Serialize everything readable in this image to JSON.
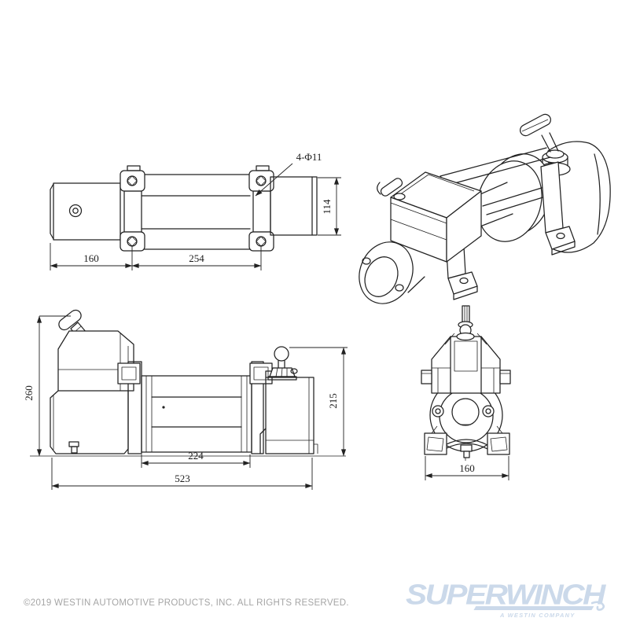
{
  "drawing": {
    "top_view": {
      "holes_label": "4-Φ11",
      "dim_motor_width": "160",
      "dim_drum_width": "254",
      "dim_height": "114"
    },
    "side_view": {
      "dim_overall_height": "260",
      "dim_housing_height": "215",
      "dim_drum_length": "224",
      "dim_overall_length": "523"
    },
    "end_view": {
      "dim_width": "160"
    }
  },
  "footer": {
    "copyright": "©2019 WESTIN AUTOMOTIVE PRODUCTS, INC. ALL RIGHTS RESERVED."
  },
  "logo": {
    "brand": "SUPERWINCH",
    "tagline": "A WESTIN COMPANY",
    "color": "#cbd9ea"
  },
  "colors": {
    "line": "#222222",
    "dimension_text": "#1c1c1c",
    "copyright_text": "#a5a5a5",
    "background": "#ffffff"
  }
}
